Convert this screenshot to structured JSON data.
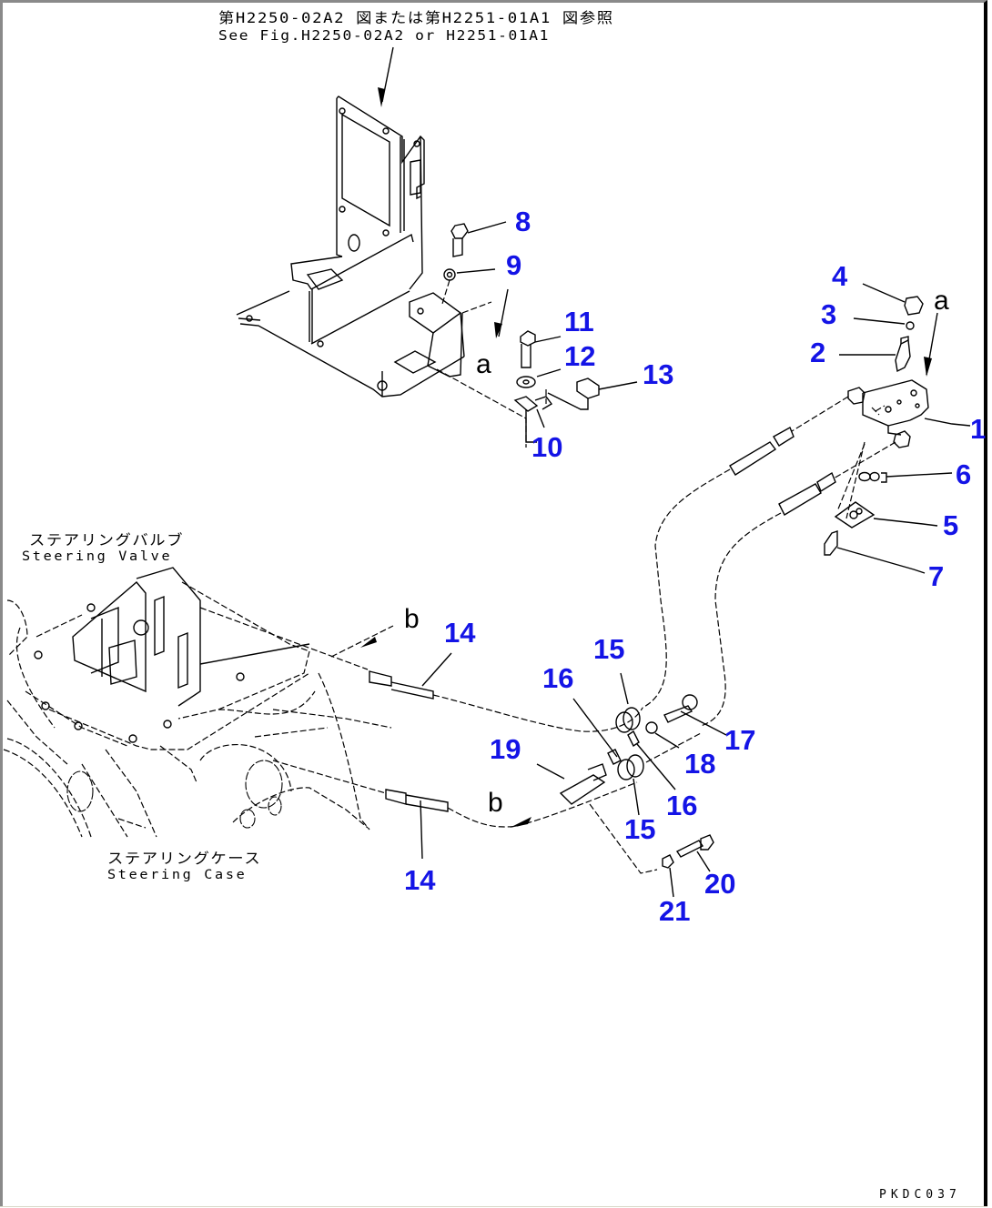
{
  "diagram": {
    "reference_note": {
      "japanese": "第H2250-02A2 図または第H2251-01A1 図参照",
      "english": "See Fig.H2250-02A2 or H2251-01A1"
    },
    "assemblies": [
      {
        "id": "steering-valve",
        "japanese": "ステアリングバルブ",
        "english": "Steering Valve"
      },
      {
        "id": "steering-case",
        "japanese": "ステアリングケース",
        "english": "Steering Case"
      }
    ],
    "connection_letters": {
      "a_top": "a",
      "a_right": "a",
      "b_top": "b",
      "b_bottom": "b"
    },
    "callouts": [
      {
        "id": "c1",
        "number": "1"
      },
      {
        "id": "c2",
        "number": "2"
      },
      {
        "id": "c3",
        "number": "3"
      },
      {
        "id": "c4",
        "number": "4"
      },
      {
        "id": "c5",
        "number": "5"
      },
      {
        "id": "c6",
        "number": "6"
      },
      {
        "id": "c7",
        "number": "7"
      },
      {
        "id": "c8",
        "number": "8"
      },
      {
        "id": "c9",
        "number": "9"
      },
      {
        "id": "c10",
        "number": "10"
      },
      {
        "id": "c11",
        "number": "11"
      },
      {
        "id": "c12",
        "number": "12"
      },
      {
        "id": "c13",
        "number": "13"
      },
      {
        "id": "c14a",
        "number": "14"
      },
      {
        "id": "c14b",
        "number": "14"
      },
      {
        "id": "c15a",
        "number": "15"
      },
      {
        "id": "c15b",
        "number": "15"
      },
      {
        "id": "c16a",
        "number": "16"
      },
      {
        "id": "c16b",
        "number": "16"
      },
      {
        "id": "c17",
        "number": "17"
      },
      {
        "id": "c18",
        "number": "18"
      },
      {
        "id": "c19",
        "number": "19"
      },
      {
        "id": "c20",
        "number": "20"
      },
      {
        "id": "c21",
        "number": "21"
      }
    ],
    "callout_color": "#1414e6",
    "document_code": "PKDC037"
  }
}
